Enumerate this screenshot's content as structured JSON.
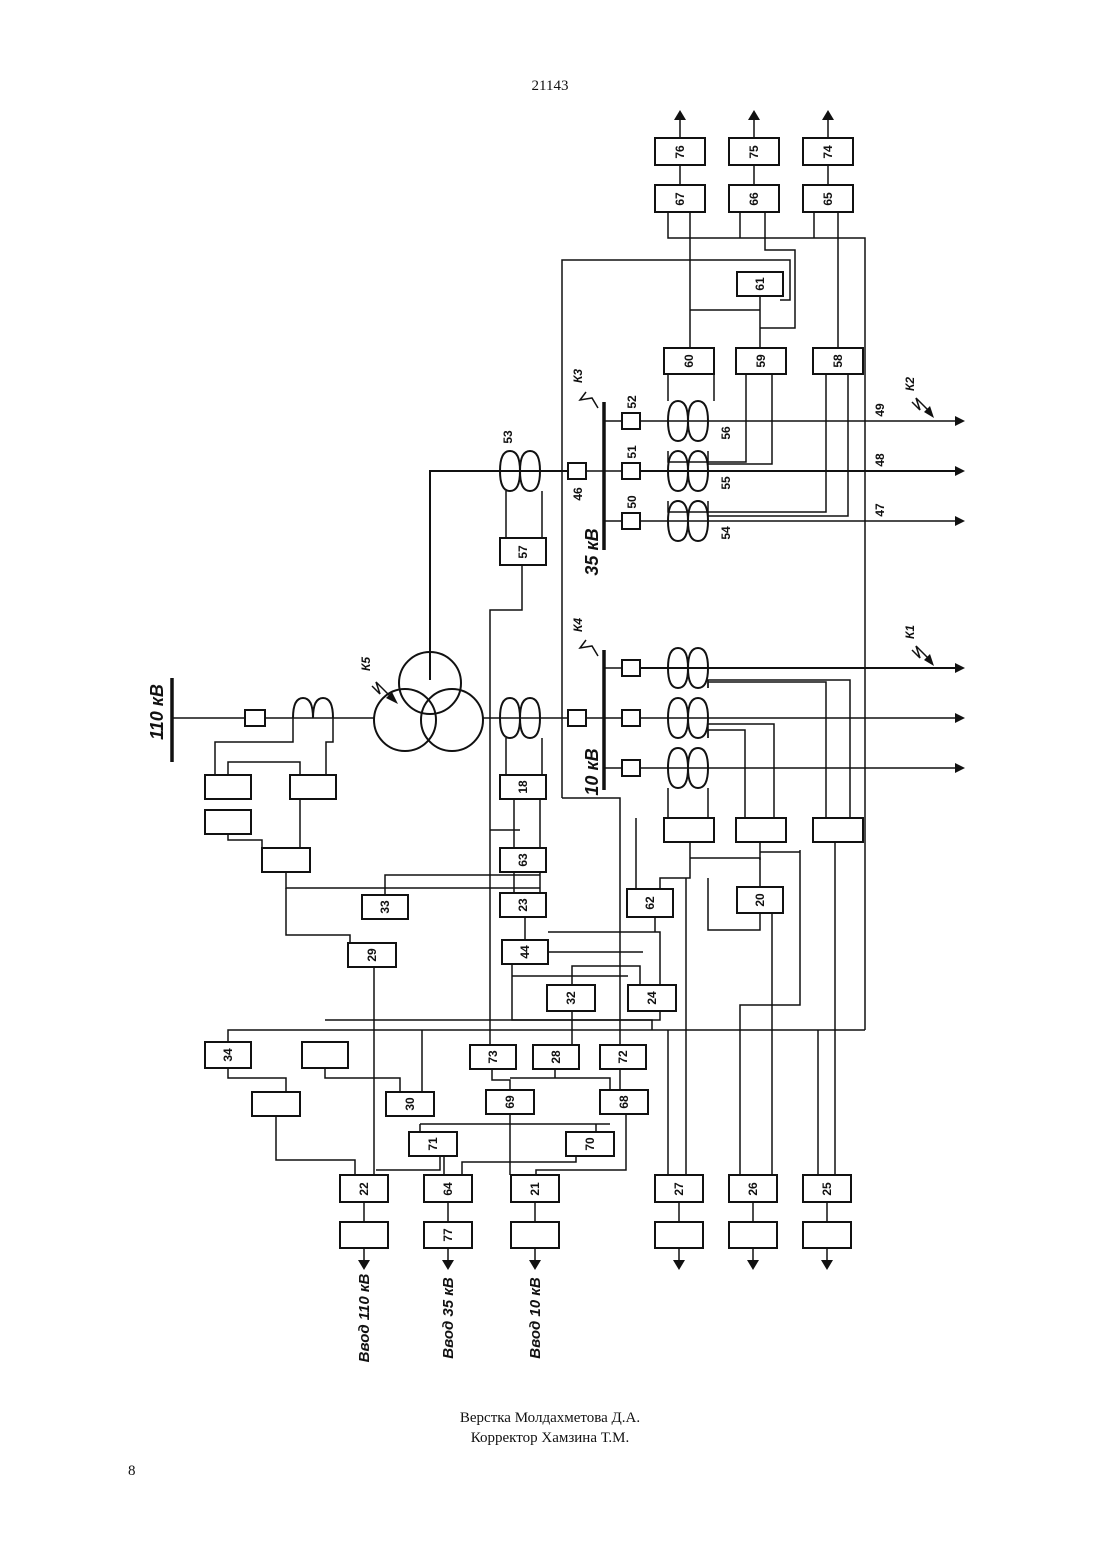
{
  "header": {
    "patent_number": "21143"
  },
  "footer": {
    "layout": "Верстка Молдахметова Д.А.",
    "corrector": "Корректор Хамзина Т.М.",
    "page_number": "8"
  },
  "diagram": {
    "voltage_labels": {
      "v110": "110 кВ",
      "v35": "35 кВ",
      "v10": "10 кВ"
    },
    "fault_labels": {
      "k1": "К1",
      "k2": "К2",
      "k3": "К3",
      "k4": "К4",
      "k5": "К5"
    },
    "input_labels": {
      "in110": "Ввод 110 кВ",
      "in35": "Ввод 35 кВ",
      "in10": "Ввод 10 кВ"
    },
    "blocks": {
      "b18": "18",
      "b20": "20",
      "b21": "21",
      "b22": "22",
      "b23": "23",
      "b24": "24",
      "b25": "25",
      "b26": "26",
      "b27": "27",
      "b28": "28",
      "b29": "29",
      "b30": "30",
      "b32": "32",
      "b33": "33",
      "b34": "34",
      "b44": "44",
      "b46": "46",
      "b50": "50",
      "b51": "51",
      "b52": "52",
      "b57": "57",
      "b58": "58",
      "b59": "59",
      "b60": "60",
      "b61": "61",
      "b62": "62",
      "b63": "63",
      "b64": "64",
      "b65": "65",
      "b66": "66",
      "b67": "67",
      "b68": "68",
      "b69": "69",
      "b70": "70",
      "b71": "71",
      "b72": "72",
      "b73": "73",
      "b74": "74",
      "b75": "75",
      "b76": "76",
      "b77": "77"
    },
    "component_labels": {
      "n47": "47",
      "n48": "48",
      "n49": "49",
      "n53": "53",
      "n54": "54",
      "n55": "55",
      "n56": "56"
    }
  }
}
